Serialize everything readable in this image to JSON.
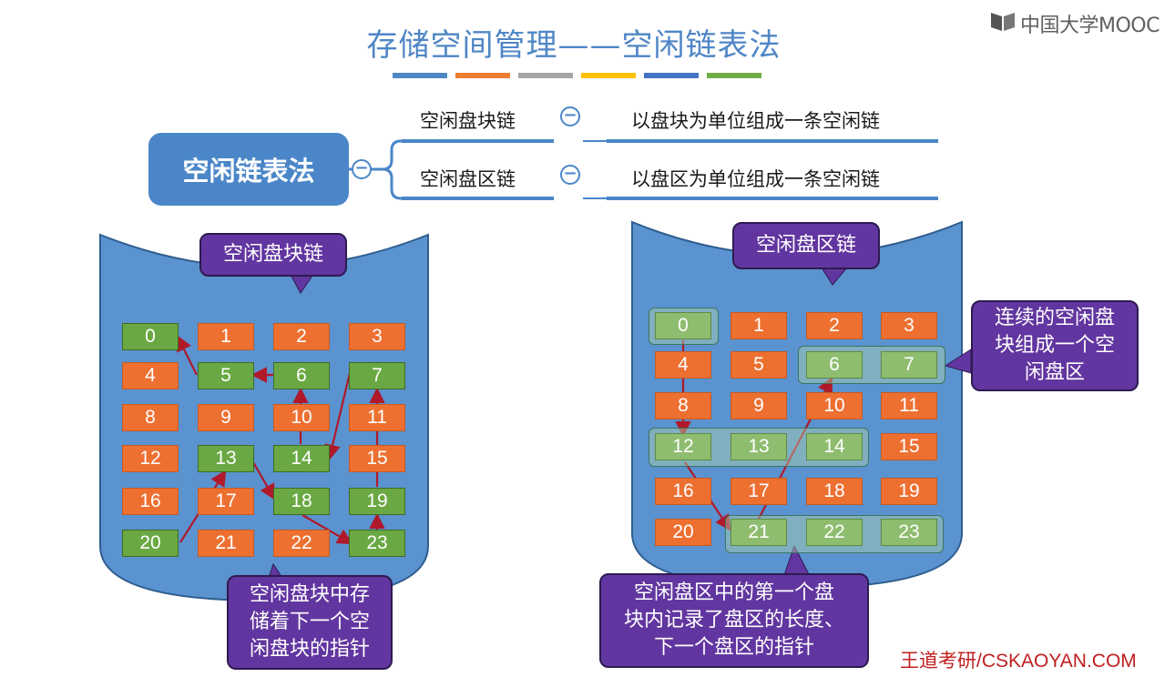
{
  "header": {
    "title": "存储空间管理——空闲链表法",
    "logo_text": "中国大学MOOC",
    "title_bar_colors": [
      "#4f86c6",
      "#ed7d31",
      "#a5a5a5",
      "#ffc000",
      "#4472c4",
      "#70ad47"
    ]
  },
  "mindmap": {
    "root": "空闲链表法",
    "branches": [
      {
        "label": "空闲盘块链",
        "desc": "以盘块为单位组成一条空闲链"
      },
      {
        "label": "空闲盘区链",
        "desc": "以盘区为单位组成一条空闲链"
      }
    ]
  },
  "left_disk": {
    "label": "空闲盘块链",
    "note": "空闲盘块中存储着下一个空闲盘块的指针",
    "note_lines": [
      "空闲盘块中存",
      "储着下一个空",
      "闲盘块的指针"
    ],
    "free_blocks": [
      0,
      5,
      6,
      7,
      13,
      14,
      18,
      19,
      20,
      23
    ]
  },
  "right_disk": {
    "label": "空闲盘区链",
    "note_top_lines": [
      "连续的空闲盘",
      "块组成一个空",
      "闲盘区"
    ],
    "note_bottom_lines": [
      "空闲盘区中的第一个盘",
      "块内记录了盘区的长度、",
      "下一个盘区的指针"
    ],
    "free_regions": [
      [
        0
      ],
      [
        6,
        7
      ],
      [
        12,
        13,
        14
      ],
      [
        21,
        22,
        23
      ]
    ]
  },
  "blocks": [
    "0",
    "1",
    "2",
    "3",
    "4",
    "5",
    "6",
    "7",
    "8",
    "9",
    "10",
    "11",
    "12",
    "13",
    "14",
    "15",
    "16",
    "17",
    "18",
    "19",
    "20",
    "21",
    "22",
    "23"
  ],
  "footer": "王道考研/CSKAOYAN.COM",
  "colors": {
    "accent": "#4a86c8",
    "free": "#6aa843",
    "used": "#ed7031",
    "callout": "#6236a0",
    "arrow": "#b0192a"
  }
}
